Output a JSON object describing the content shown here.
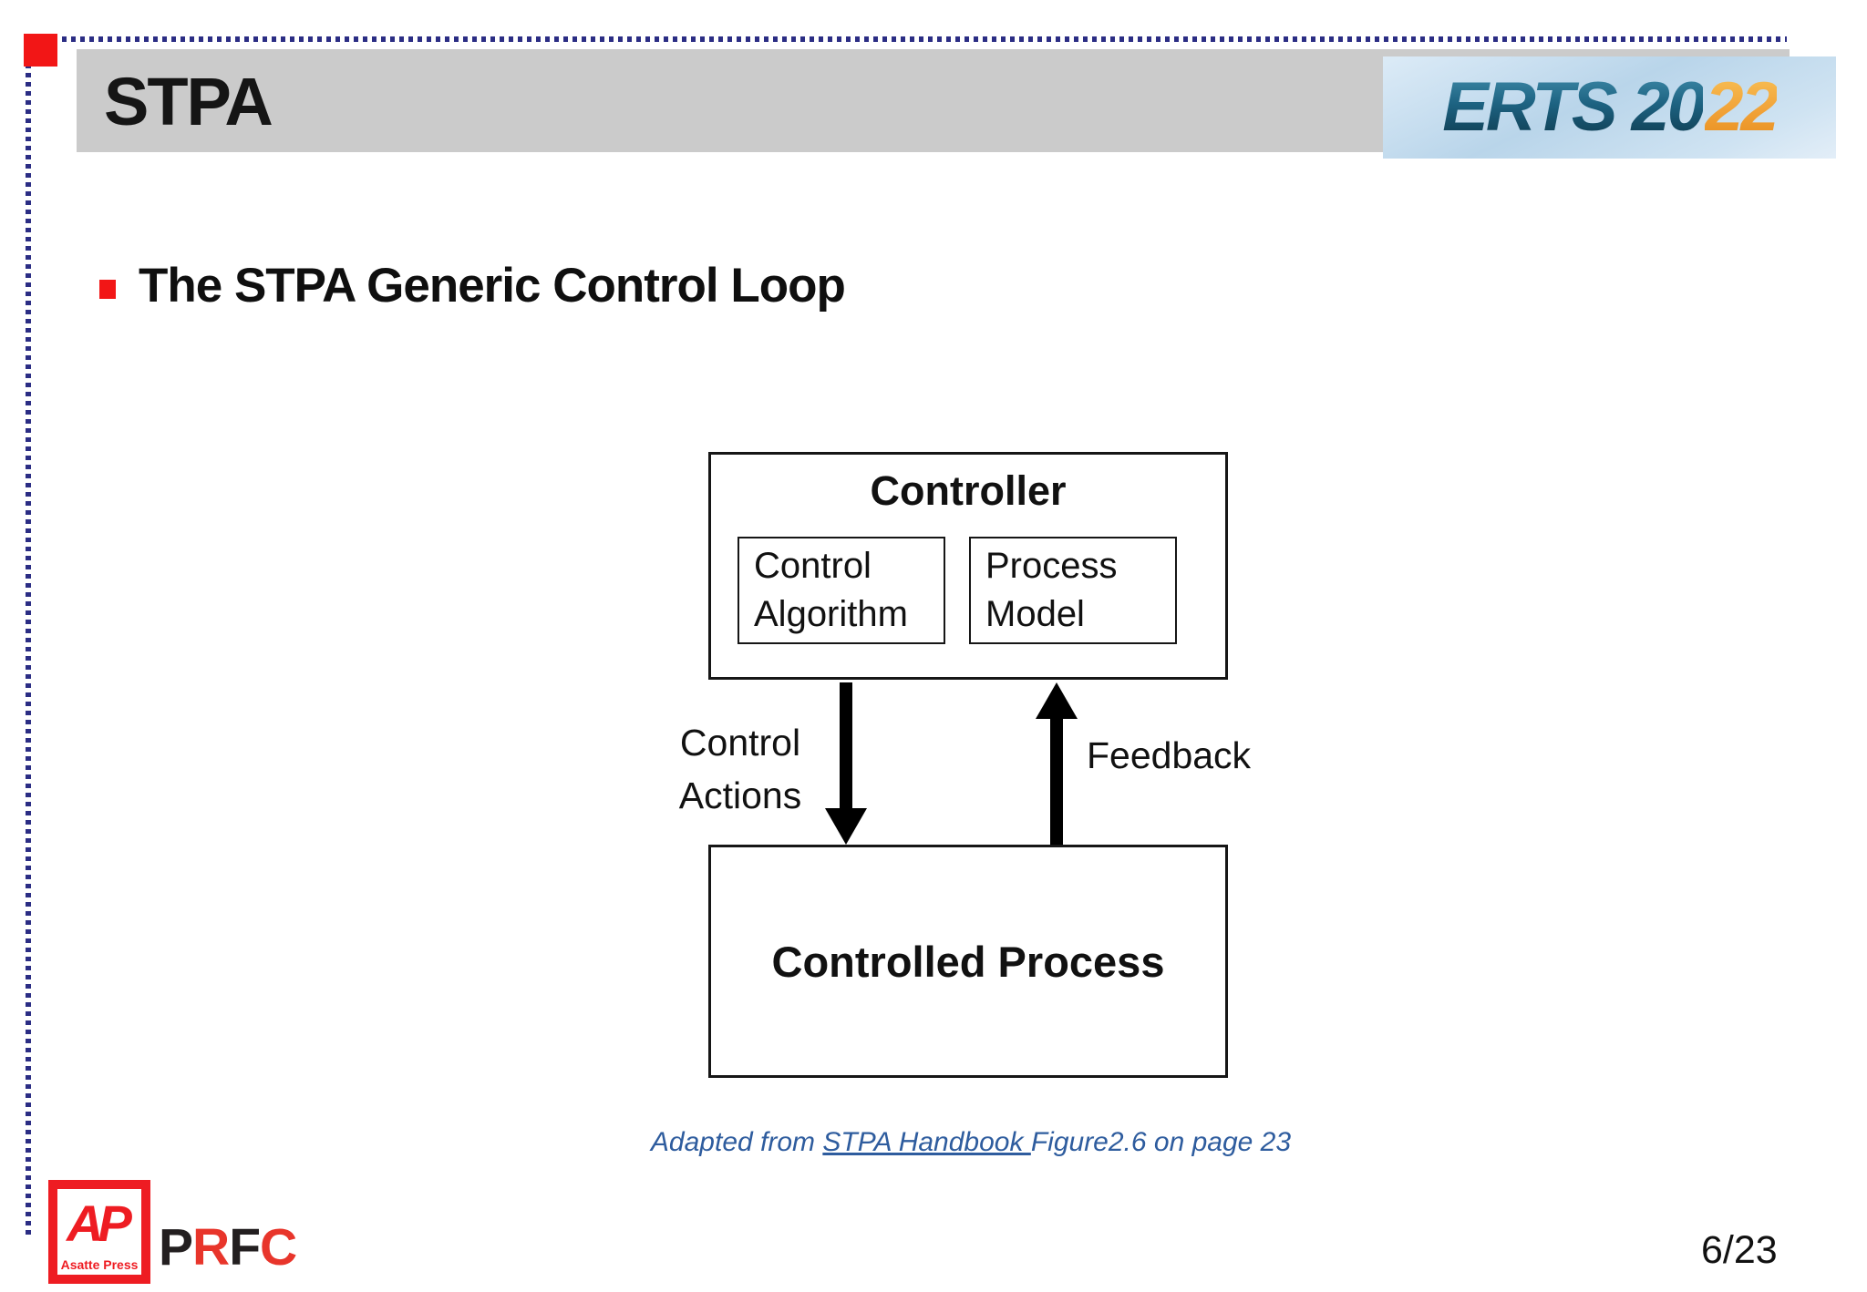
{
  "header": {
    "title": "STPA",
    "erts_logo": {
      "primary_text": "ERTS 20",
      "accent_text": "22"
    }
  },
  "content": {
    "bullet_title": "The STPA Generic Control Loop"
  },
  "diagram": {
    "controller_label": "Controller",
    "control_algorithm": {
      "line1": "Control",
      "line2": "Algorithm"
    },
    "process_model": {
      "line1": "Process",
      "line2": "Model"
    },
    "control_actions": {
      "line1": "Control",
      "line2": "Actions"
    },
    "feedback_label": "Feedback",
    "controlled_process_label": "Controlled Process"
  },
  "caption": {
    "prefix": "Adapted from ",
    "link_text": "STPA Handbook ",
    "suffix": "Figure2.6 on page 23"
  },
  "footer": {
    "asatte_press": {
      "monogram": "AP",
      "name": "Asatte Press"
    },
    "prfc": {
      "letters": [
        {
          "char": "P",
          "color": "#231f20"
        },
        {
          "char": "R",
          "color": "#e8352b"
        },
        {
          "char": "F",
          "color": "#231f20"
        },
        {
          "char": "C",
          "color": "#e8352b"
        }
      ]
    },
    "page_number": "6/23"
  },
  "colors": {
    "accent_red": "#f21616",
    "border_navy": "#2b2d84",
    "header_gray": "#cbcbcb",
    "caption_blue": "#2e5c9e",
    "erts_teal": "#17556f",
    "erts_orange": "#f1a238",
    "logo_red": "#ee1c22",
    "diagram_ink": "#111111"
  }
}
